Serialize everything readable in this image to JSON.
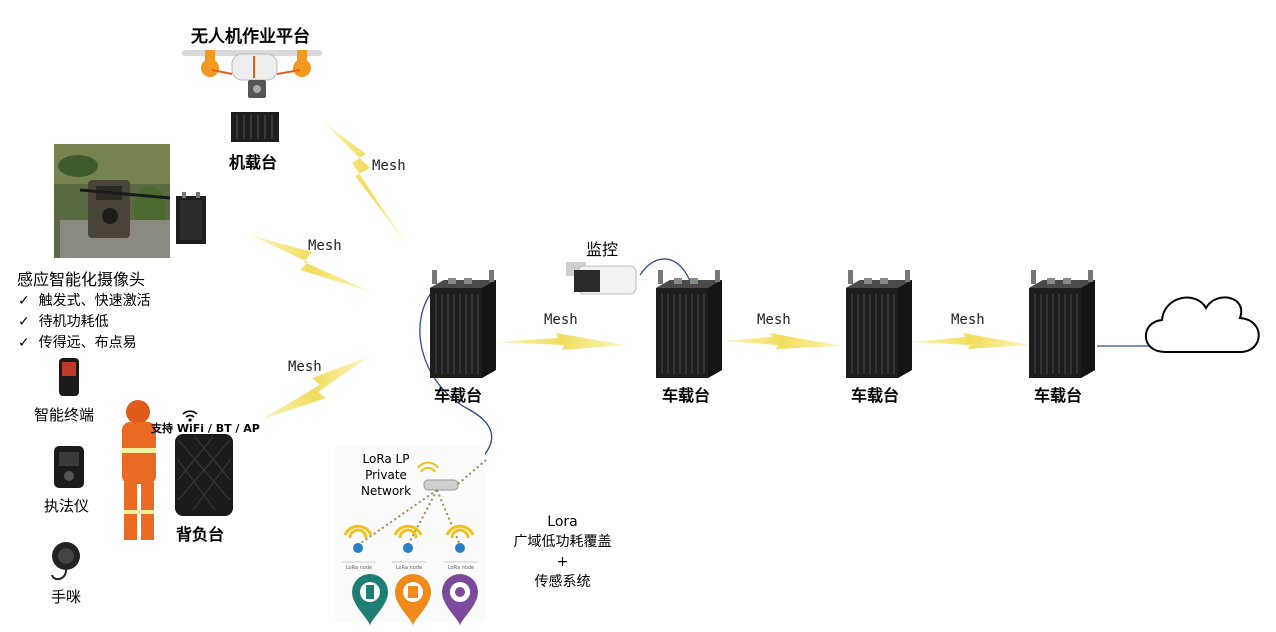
{
  "uav": {
    "title": "无人机作业平台",
    "station": "机载台"
  },
  "camera": {
    "title": "感应智能化摄像头",
    "check": "✓",
    "features": [
      "触发式、快速激活",
      "待机功耗低",
      "传得远、布点易"
    ]
  },
  "links": {
    "mesh": "Mesh"
  },
  "devices": {
    "terminal": "智能终端",
    "recorder": "执法仪",
    "mic": "手咪"
  },
  "backpack": {
    "wifi": "支持 WiFi / BT / AP",
    "station": "背负台"
  },
  "monitor": {
    "label": "监控"
  },
  "vehicle": {
    "label": "车载台"
  },
  "lora": {
    "net_line1": "LoRa LP",
    "net_line2": "Private",
    "net_line3": "Network",
    "node_label": "LoRa node",
    "desc_line1": "Lora",
    "desc_line2": "广域低功耗覆盖",
    "desc_line3": "+",
    "desc_line4": "传感系统"
  },
  "colors": {
    "bolt": "#f5e06e",
    "cable": "#2a4b8d",
    "device": "#1b1b1b",
    "drone_orange": "#f29a1f",
    "pin_teal": "#1e7e74",
    "pin_orange": "#ef8a1b",
    "pin_purple": "#7b4a9c",
    "vest": "#e96b22"
  }
}
